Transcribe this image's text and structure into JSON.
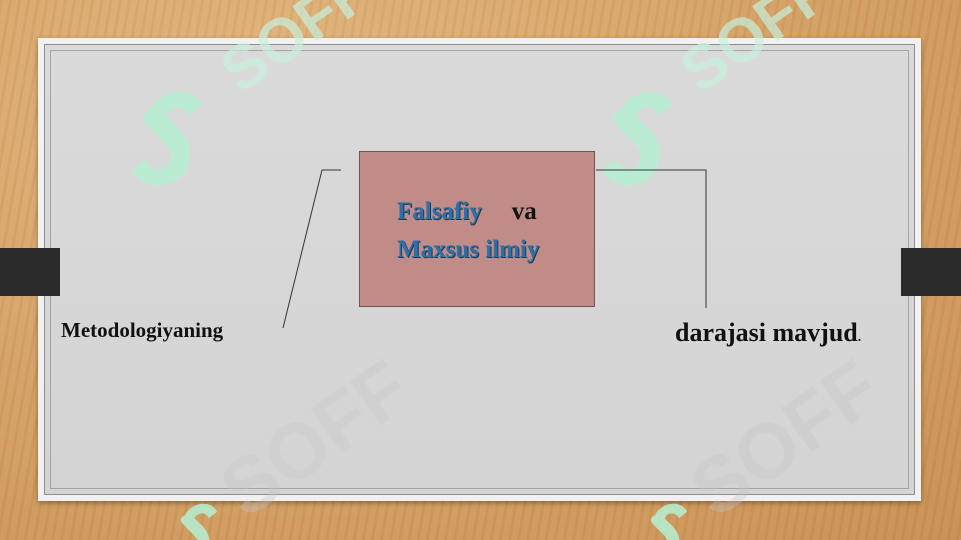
{
  "diagram": {
    "center_box": {
      "line1_blue": "Falsafiy",
      "line1_black": "va",
      "line2_blue": "Maxsus ilmiy"
    },
    "left_label": "Metodologiyaning",
    "right_label": "darajasi mavjud",
    "right_label_suffix": "."
  },
  "watermark": {
    "text": "SOFF"
  },
  "colors": {
    "box_fill": "#c18c88",
    "blue_text": "#2d6fa6",
    "board": "#d6d6d6",
    "wood": "#d7a468",
    "watermark": "#b5f0d4"
  }
}
